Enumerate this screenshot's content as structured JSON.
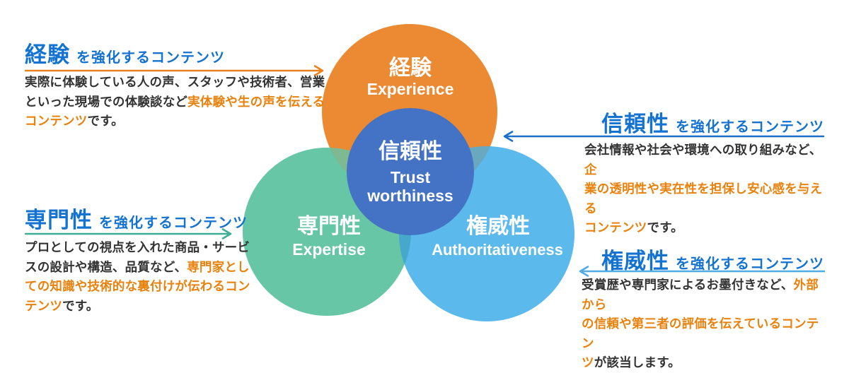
{
  "venn": {
    "experience": {
      "jp": "経験",
      "en": "Experience",
      "color": "#EC8A33"
    },
    "expertise": {
      "jp": "専門性",
      "en": "Expertise",
      "color": "#66C6A6"
    },
    "authoritativeness": {
      "jp": "権威性",
      "en": "Authoritativeness",
      "color": "#5BB9EC"
    },
    "trustworthiness": {
      "jp": "信頼性",
      "en": "Trust\nworthiness",
      "color": "#4472C4"
    },
    "overlaps": {
      "experience_expertise": "#7EB992",
      "experience_authoritativeness": "#69A8BE",
      "expertise_authoritativeness": "#46A9CB"
    },
    "label_color": "#FFFFFF"
  },
  "callouts": {
    "experience": {
      "term": "経験",
      "suffix": "を強化するコンテンツ",
      "arrow_color": "#E8821E",
      "arrow_direction": "right",
      "body": [
        {
          "text": "実際に体験している人の声、スタッフや技術者、営業\nといった現場での体験談など",
          "accent": false
        },
        {
          "text": "実体験や生の声を伝える\nコンテンツ",
          "accent": true
        },
        {
          "text": "です。",
          "accent": false
        }
      ]
    },
    "expertise": {
      "term": "専門性",
      "suffix": "を強化するコンテンツ",
      "arrow_color": "#3FAE94",
      "arrow_direction": "right",
      "body": [
        {
          "text": "プロとしての視点を入れた商品・サービ\nスの設計や構造、品質など、",
          "accent": false
        },
        {
          "text": "専門家とし\nての知識や技術的な裏付けが伝わるコン\nテンツ",
          "accent": true
        },
        {
          "text": "です。",
          "accent": false
        }
      ]
    },
    "trustworthiness": {
      "term": "信頼性",
      "suffix": "を強化するコンテンツ",
      "arrow_color": "#1B6FC8",
      "arrow_direction": "left",
      "body": [
        {
          "text": "会社情報や社会や環境への取り組みなど、",
          "accent": false
        },
        {
          "text": "企\n業の透明性や実在性を担保し安心感を与える\nコンテンツ",
          "accent": true
        },
        {
          "text": "です。",
          "accent": false
        }
      ]
    },
    "authoritativeness": {
      "term": "権威性",
      "suffix": "を強化するコンテンツ",
      "arrow_color": "#4FACE4",
      "arrow_direction": "left",
      "body": [
        {
          "text": "受賞歴や専門家によるお墨付きなど、",
          "accent": false
        },
        {
          "text": "外部から\nの信頼や第三者の評価を伝えているコンテン\nツ",
          "accent": true
        },
        {
          "text": "が該当します。",
          "accent": false
        }
      ]
    }
  },
  "colors": {
    "heading_blue": "#1473D1",
    "body_text": "#333333",
    "accent_orange": "#E8820D",
    "background": "#FFFFFF"
  }
}
